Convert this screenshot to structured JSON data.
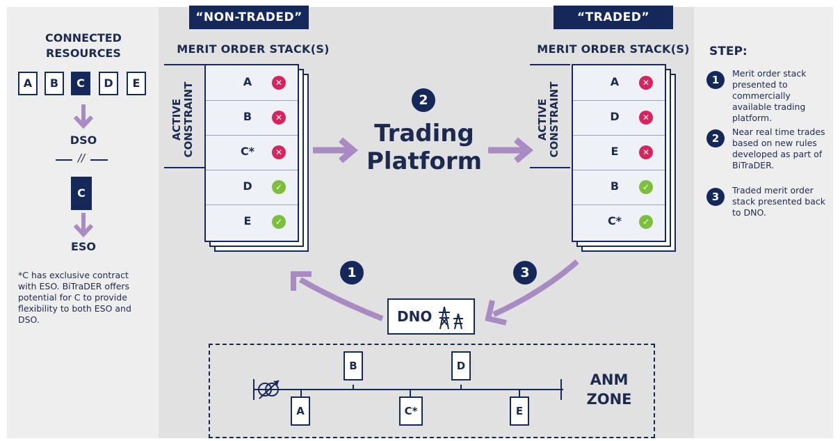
{
  "left_panel": {
    "title_line1": "CONNECTED",
    "title_line2": "RESOURCES",
    "resources": [
      "A",
      "B",
      "C",
      "D",
      "E"
    ],
    "highlighted_resource": "C",
    "dso_label": "DSO",
    "separator_symbol": "//",
    "isolated_resource": "C",
    "eso_label": "ESO",
    "footnote": "*C has exclusive contract with ESO. BiTraDER offers potential for C to provide flexibility to both ESO and DSO."
  },
  "non_traded": {
    "tab_label": "“NON-TRADED”",
    "stack_title": "MERIT ORDER STACK(S)",
    "constraint_label_1": "ACTIVE",
    "constraint_label_2": "CONSTRAINT",
    "rows": [
      {
        "label": "A",
        "status": "red"
      },
      {
        "label": "B",
        "status": "red"
      },
      {
        "label": "C*",
        "status": "red"
      },
      {
        "label": "D",
        "status": "green"
      },
      {
        "label": "E",
        "status": "green"
      }
    ]
  },
  "traded": {
    "tab_label": "“TRADED”",
    "stack_title": "MERIT ORDER STACK(S)",
    "constraint_label_1": "ACTIVE",
    "constraint_label_2": "CONSTRAINT",
    "rows": [
      {
        "label": "A",
        "status": "red"
      },
      {
        "label": "D",
        "status": "red"
      },
      {
        "label": "E",
        "status": "red"
      },
      {
        "label": "B",
        "status": "green"
      },
      {
        "label": "C*",
        "status": "green"
      }
    ]
  },
  "center": {
    "step_number": "2",
    "title_line1": "Trading",
    "title_line2": "Platform"
  },
  "flow": {
    "step1": "1",
    "step3": "3",
    "dno_label": "DNO"
  },
  "anm_zone": {
    "label_line1": "ANM",
    "label_line2": "ZONE",
    "top_nodes": [
      "B",
      "D"
    ],
    "bottom_nodes": [
      "A",
      "C*",
      "E"
    ]
  },
  "steps": {
    "title": "STEP:",
    "items": [
      {
        "num": "1",
        "text": "Merit order stack presented to commercially available trading platform."
      },
      {
        "num": "2",
        "text": "Near real time trades based on new rules developed as part of BiTraDER."
      },
      {
        "num": "3",
        "text": "Traded merit order stack presented back to DNO."
      }
    ]
  },
  "colors": {
    "navy": "#14285a",
    "purple_arrow": "#a98bc4",
    "red_status": "#d8245e",
    "green_status": "#7bbf3a"
  }
}
